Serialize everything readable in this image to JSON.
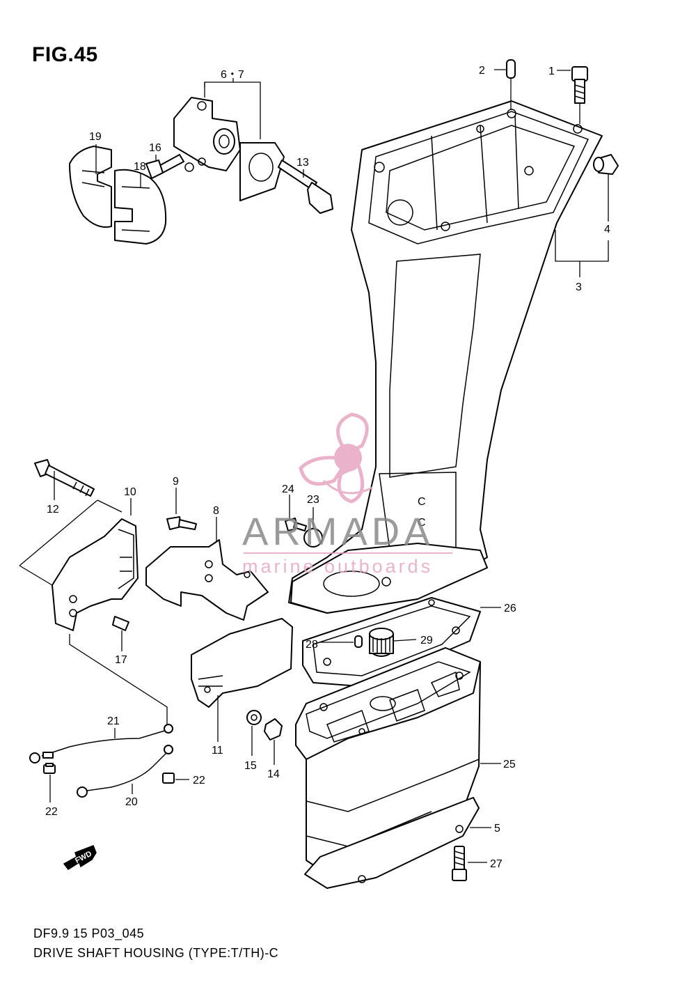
{
  "figure": {
    "title": "FIG.45",
    "model_code": "DF9.9 15 P03_045",
    "description": "DRIVE SHAFT HOUSING (TYPE:T/TH)-C"
  },
  "watermark": {
    "name": "ARMADA",
    "tagline": "marine outboards",
    "color": "#e7a6c3",
    "text_color": "#8a8a8a"
  },
  "direction_marker": {
    "label": "FWD"
  },
  "callouts": [
    {
      "id": "c1",
      "label": "1"
    },
    {
      "id": "c2",
      "label": "2"
    },
    {
      "id": "c3",
      "label": "3"
    },
    {
      "id": "c4",
      "label": "4"
    },
    {
      "id": "c5",
      "label": "5"
    },
    {
      "id": "c67",
      "label": "6・7"
    },
    {
      "id": "c8",
      "label": "8"
    },
    {
      "id": "c9",
      "label": "9"
    },
    {
      "id": "c10",
      "label": "10"
    },
    {
      "id": "c11",
      "label": "11"
    },
    {
      "id": "c12",
      "label": "12"
    },
    {
      "id": "c13",
      "label": "13"
    },
    {
      "id": "c14",
      "label": "14"
    },
    {
      "id": "c15",
      "label": "15"
    },
    {
      "id": "c16",
      "label": "16"
    },
    {
      "id": "c17",
      "label": "17"
    },
    {
      "id": "c18",
      "label": "18"
    },
    {
      "id": "c19",
      "label": "19"
    },
    {
      "id": "c20",
      "label": "20"
    },
    {
      "id": "c21",
      "label": "21"
    },
    {
      "id": "c22a",
      "label": "22"
    },
    {
      "id": "c22b",
      "label": "22"
    },
    {
      "id": "c23",
      "label": "23"
    },
    {
      "id": "c24",
      "label": "24"
    },
    {
      "id": "c25",
      "label": "25"
    },
    {
      "id": "c26",
      "label": "26"
    },
    {
      "id": "c27",
      "label": "27"
    },
    {
      "id": "c28",
      "label": "28"
    },
    {
      "id": "c29",
      "label": "29"
    }
  ]
}
